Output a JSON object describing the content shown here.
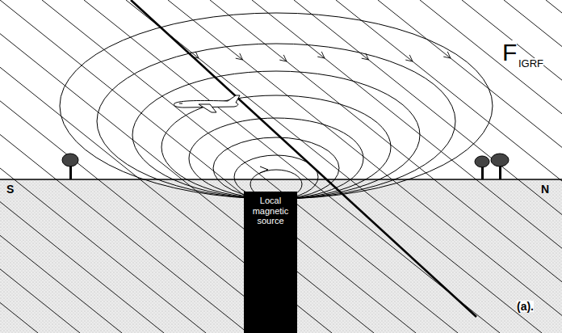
{
  "diagram": {
    "nodes": [
      {
        "text": [
          "Local magnetic source"
        ]
      }
    ],
    "labels": [
      "S",
      "N",
      "F",
      "IGRF",
      "(a)."
    ]
  }
}
